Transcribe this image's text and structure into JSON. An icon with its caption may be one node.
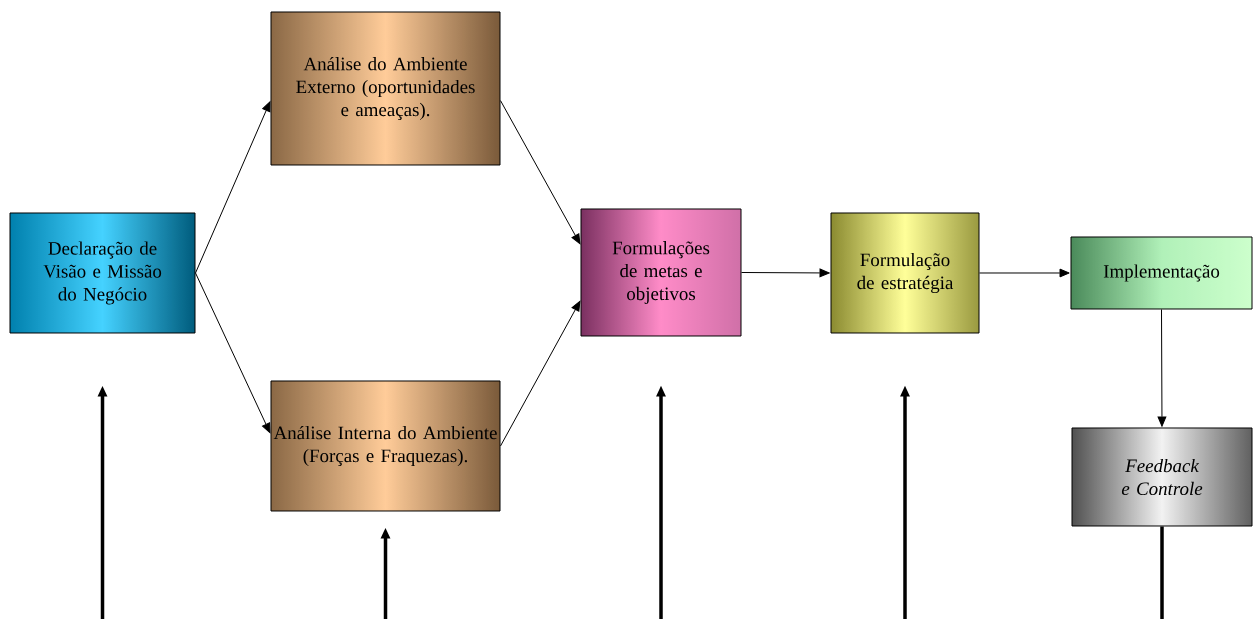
{
  "diagram": {
    "nodes": [
      {
        "text": [
          "Declaração de Visão e Missão do Negócio"
        ]
      },
      {
        "text": [
          "Análise do Ambiente Externo (oportunidades e ameaças)."
        ]
      },
      {
        "text": [
          "Análise Interna do Ambiente (Forças e Fraquezas)."
        ]
      },
      {
        "text": [
          "Formulações de metas e objetivos"
        ]
      },
      {
        "text": [
          "Formulação de estratégia"
        ]
      },
      {
        "text": [
          "Implementação"
        ]
      },
      {
        "text": [
          "Feedback e Controle"
        ]
      }
    ],
    "edges": [
      {
        "from": 0,
        "to": 1,
        "arrow": "to"
      },
      {
        "from": 0,
        "to": 2,
        "arrow": "to"
      },
      {
        "from": 1,
        "to": 3,
        "arrow": "to"
      },
      {
        "from": 2,
        "to": 3,
        "arrow": "to"
      },
      {
        "from": 3,
        "to": 4,
        "arrow": "to"
      },
      {
        "from": 4,
        "to": 5,
        "arrow": "to"
      },
      {
        "from": 5,
        "to": 6,
        "arrow": "to"
      },
      {
        "from": null,
        "to": 0,
        "arrow": "to",
        "style": "thick"
      },
      {
        "from": null,
        "to": 2,
        "arrow": "to",
        "style": "thick"
      },
      {
        "from": null,
        "to": 3,
        "arrow": "to",
        "style": "thick"
      },
      {
        "from": null,
        "to": 4,
        "arrow": "to",
        "style": "thick"
      },
      {
        "from": 6,
        "to": null,
        "arrow": "none",
        "style": "thick"
      }
    ]
  }
}
